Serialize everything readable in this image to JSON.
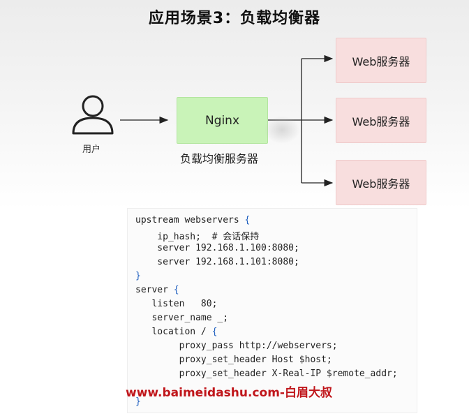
{
  "diagram": {
    "title": "应用场景3：负载均衡器",
    "user_label": "用户",
    "nginx_label": "Nginx",
    "lb_caption": "负载均衡服务器",
    "servers": [
      {
        "label": "Web服务器"
      },
      {
        "label": "Web服务器"
      },
      {
        "label": "Web服务器"
      }
    ]
  },
  "code": {
    "lines": [
      {
        "text": "upstream webservers ",
        "brace": "{"
      },
      {
        "text": "    ip_hash;  # 会话保持",
        "brace": ""
      },
      {
        "text": "    server 192.168.1.100:8080;",
        "brace": ""
      },
      {
        "text": "    server 192.168.1.101:8080;",
        "brace": ""
      },
      {
        "text": "",
        "brace": "}"
      },
      {
        "text": "server ",
        "brace": "{"
      },
      {
        "text": "   listen   80;",
        "brace": ""
      },
      {
        "text": "   server_name _;",
        "brace": ""
      },
      {
        "text": "   location / ",
        "brace": "{"
      },
      {
        "text": "        proxy_pass http://webservers;",
        "brace": ""
      },
      {
        "text": "        proxy_set_header Host $host;",
        "brace": ""
      },
      {
        "text": "        proxy_set_header X-Real-IP $remote_addr;",
        "brace": ""
      },
      {
        "text": "",
        "brace": ""
      },
      {
        "text": "",
        "brace": "}"
      }
    ]
  },
  "watermarks": {
    "bottom": "www.baimeidashu.com-白眉大叔"
  },
  "colors": {
    "nginx_fill": "#c9f3b8",
    "server_fill": "#f8dede",
    "brace": "#1f5fbf",
    "watermark": "#c0161b"
  }
}
